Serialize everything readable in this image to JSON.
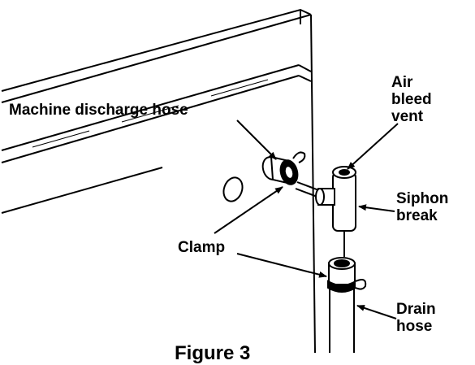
{
  "labels": {
    "machine_discharge_hose": "Machine discharge hose",
    "air_bleed_vent": "Air\nbleed\nvent",
    "siphon_break": "Siphon\nbreak",
    "clamp": "Clamp",
    "drain_hose": "Drain\nhose"
  },
  "caption": "Figure 3",
  "colors": {
    "ink": "#000000",
    "paper": "#ffffff"
  }
}
